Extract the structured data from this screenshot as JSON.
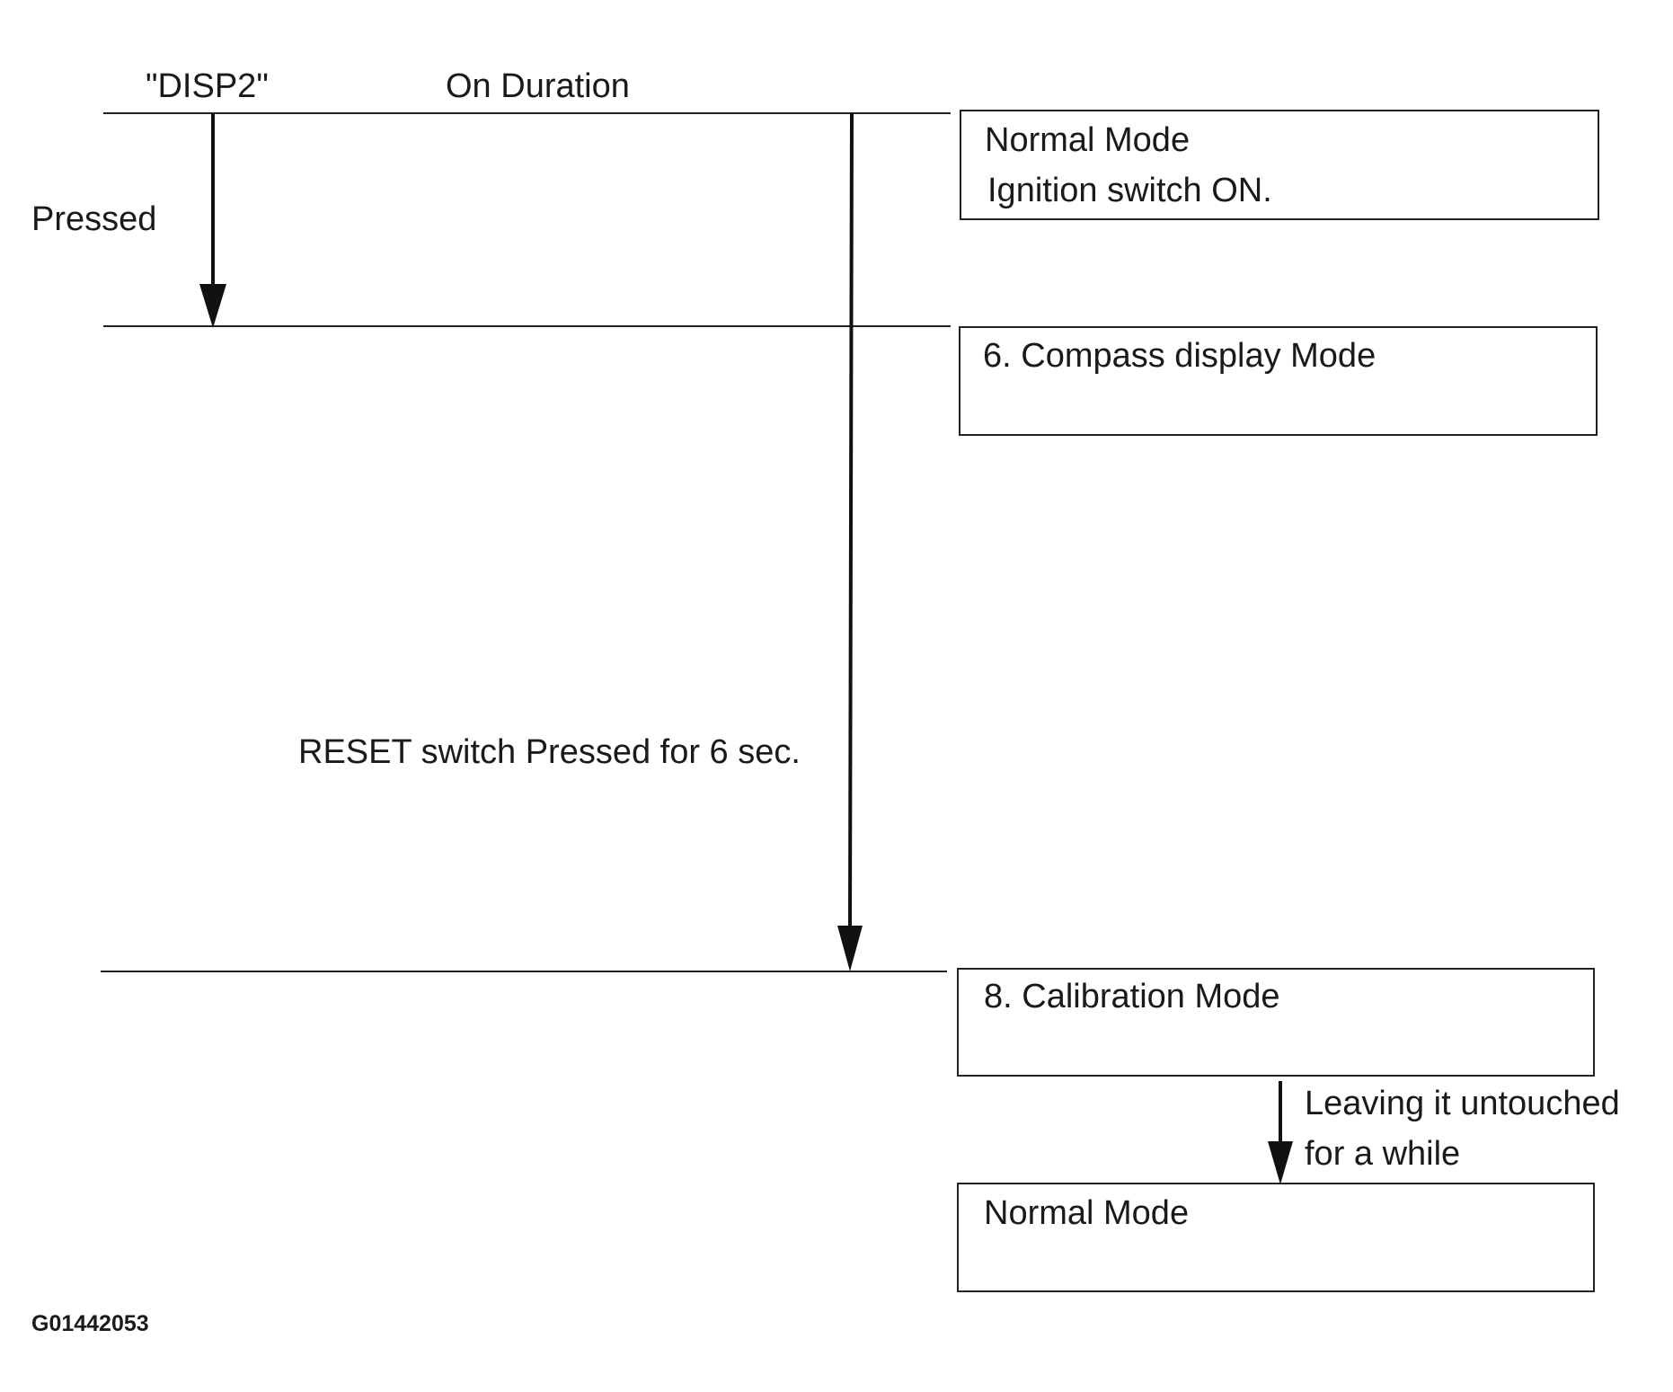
{
  "header": {
    "disp2_label": "\"DISP2\"",
    "on_duration_label": "On Duration"
  },
  "transitions": {
    "pressed": "Pressed",
    "reset_press": "RESET switch Pressed for 6 sec.",
    "leaving_line1": "Leaving it untouched",
    "leaving_line2": "for a while"
  },
  "modes": {
    "normal_start": {
      "title": "Normal Mode",
      "detail": "Ignition switch ON."
    },
    "compass": {
      "title": "6. Compass display Mode"
    },
    "calibration": {
      "title": "8. Calibration Mode"
    },
    "normal_end": {
      "title": "Normal Mode"
    }
  },
  "figure_code": "G01442053",
  "colors": {
    "ink": "#1a1a1a",
    "background": "#ffffff"
  }
}
